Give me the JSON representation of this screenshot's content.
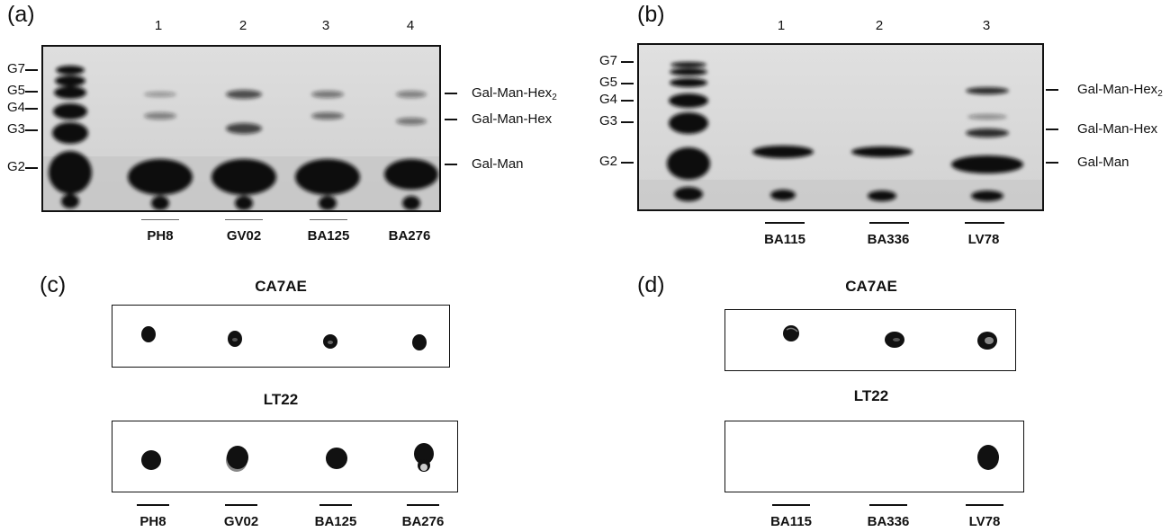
{
  "panels": {
    "a": {
      "letter": "(a)",
      "lanes": [
        "1",
        "2",
        "3",
        "4"
      ],
      "ladder": [
        "G7",
        "G5",
        "G4",
        "G3",
        "G2"
      ],
      "bands": {
        "hex2": "Gal-Man-Hex",
        "hex2_sub": "2",
        "hex": "Gal-Man-Hex",
        "galman": "Gal-Man"
      },
      "samples": [
        "PH8",
        "GV02",
        "BA125",
        "BA276"
      ]
    },
    "b": {
      "letter": "(b)",
      "lanes": [
        "1",
        "2",
        "3"
      ],
      "ladder": [
        "G7",
        "G5",
        "G4",
        "G3",
        "G2"
      ],
      "bands": {
        "hex2": "Gal-Man-Hex",
        "hex2_sub": "2",
        "hex": "Gal-Man-Hex",
        "galman": "Gal-Man"
      },
      "samples": [
        "BA115",
        "BA336",
        "LV78"
      ]
    },
    "c": {
      "letter": "(c)",
      "box1_title": "CA7AE",
      "box2_title": "LT22",
      "samples": [
        "PH8",
        "GV02",
        "BA125",
        "BA276"
      ]
    },
    "d": {
      "letter": "(d)",
      "box1_title": "CA7AE",
      "box2_title": "LT22",
      "samples": [
        "BA115",
        "BA336",
        "LV78"
      ]
    }
  },
  "colors": {
    "gel_bg": "#d9d9d9",
    "band": "#111111",
    "frame": "#111111"
  }
}
